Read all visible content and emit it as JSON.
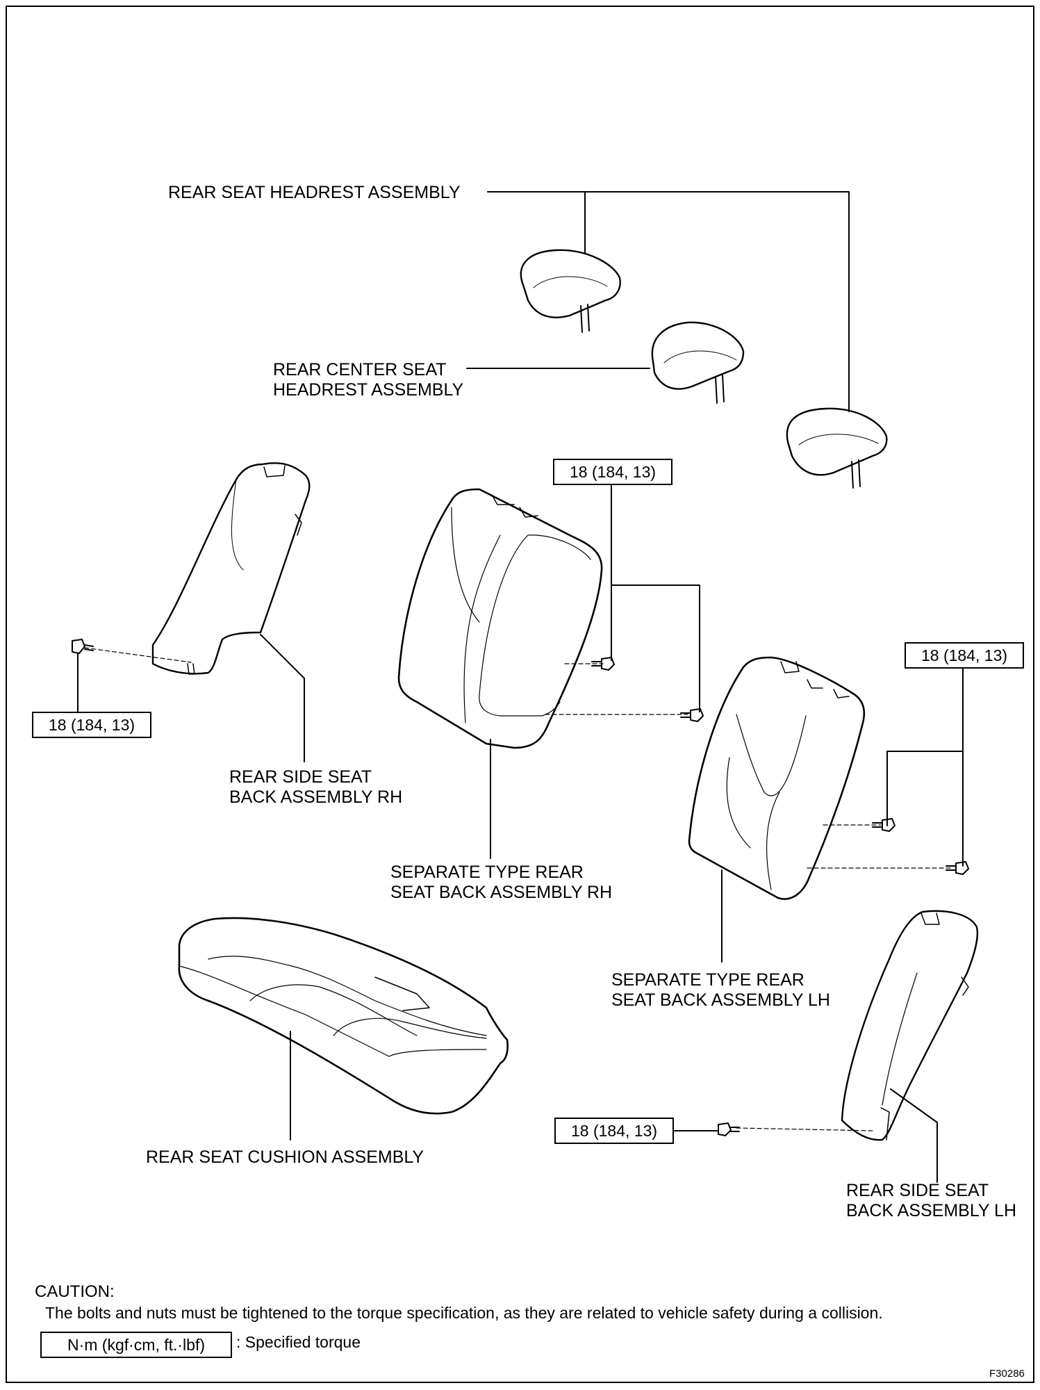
{
  "labels": {
    "headrest_assembly": "REAR SEAT HEADREST ASSEMBLY",
    "center_headrest_line1": "REAR CENTER SEAT",
    "center_headrest_line2": "HEADREST ASSEMBLY",
    "side_back_rh_line1": "REAR SIDE SEAT",
    "side_back_rh_line2": "BACK ASSEMBLY RH",
    "sep_back_rh_line1": "SEPARATE TYPE REAR",
    "sep_back_rh_line2": "SEAT BACK ASSEMBLY RH",
    "sep_back_lh_line1": "SEPARATE TYPE REAR",
    "sep_back_lh_line2": "SEAT BACK ASSEMBLY LH",
    "cushion_assembly": "REAR SEAT CUSHION ASSEMBLY",
    "side_back_lh_line1": "REAR SIDE SEAT",
    "side_back_lh_line2": "BACK ASSEMBLY LH"
  },
  "torque": {
    "center_rh": "18 (184, 13)",
    "right_lh": "18 (184, 13)",
    "left_rh": "18 (184, 13)",
    "bottom_lh": "18 (184, 13)"
  },
  "caution": {
    "title": "CAUTION:",
    "text": "The bolts and nuts must be tightened to the torque specification, as they are related to vehicle safety during a collision.",
    "legend_box": "N·m (kgf·cm, ft.·lbf)",
    "legend_text": ": Specified torque"
  },
  "figure_id": "F30286"
}
